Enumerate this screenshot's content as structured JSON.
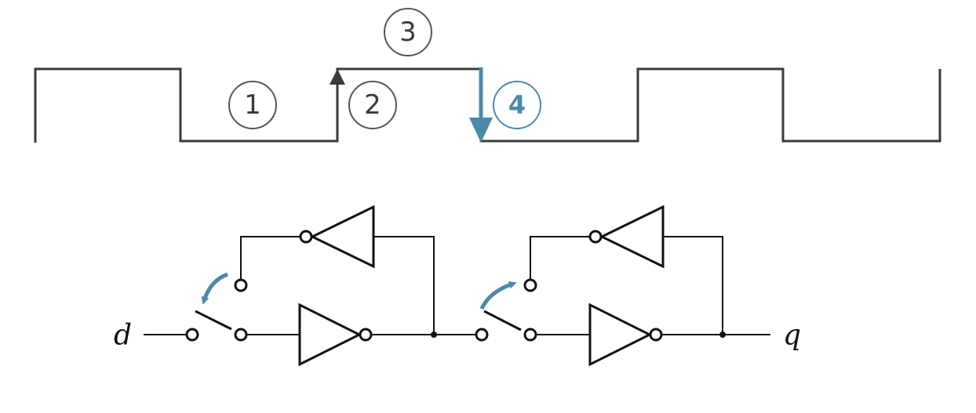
{
  "colors": {
    "wire": "#111111",
    "waveform": "#3a3a3a",
    "accent": "#4a8aa8",
    "circle_stroke": "#555555"
  },
  "waveform": {
    "steps": [
      {
        "number": "1"
      },
      {
        "number": "2"
      },
      {
        "number": "3"
      },
      {
        "number": "4",
        "highlighted": true
      }
    ]
  },
  "circuit": {
    "input_label": "d",
    "output_label": "q"
  }
}
